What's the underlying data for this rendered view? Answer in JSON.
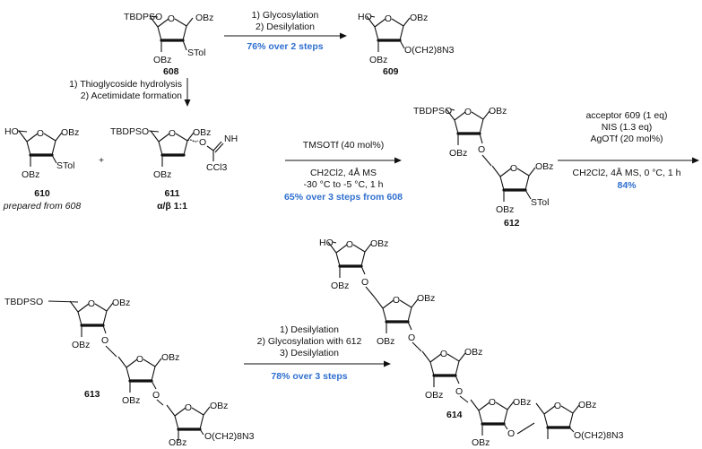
{
  "groups": {
    "tbdpso": "TBDPSO",
    "obz": "OBz",
    "stol": "STol",
    "ho": "HO",
    "o": "O",
    "linker": "O(CH2)8N3",
    "nh": "NH",
    "ccl3": "CCl3",
    "plus": "+"
  },
  "compounds": {
    "c608": "608",
    "c609": "609",
    "c610": "610",
    "c610_note": "prepared from 608",
    "c611": "611",
    "c611_ratio": "α/β 1:1",
    "c612": "612",
    "c613": "613",
    "c614": "614"
  },
  "steps": {
    "s1_a": "1) Glycosylation",
    "s1_b": "2) Desilylation",
    "s1_yield": "76% over 2 steps",
    "s2_a": "1) Thioglycoside hydrolysis",
    "s2_b": "2) Acetimidate formation",
    "s3_a": "TMSOTf (40 mol%)",
    "s3_b": "CH2Cl2, 4Å MS",
    "s3_c": "-30 °C to -5 °C, 1 h",
    "s3_yield": "65% over 3 steps from 608",
    "s4_a": "acceptor 609 (1 eq)",
    "s4_b": "NIS (1.3 eq)",
    "s4_c": "AgOTf (20 mol%)",
    "s4_d": "CH2Cl2, 4Å MS, 0 °C, 1 h",
    "s4_yield": "84%",
    "s5_a": "1) Desilylation",
    "s5_b": "2) Glycosylation with 612",
    "s5_c": "3) Desilylation",
    "s5_yield": "78% over 3 steps"
  }
}
